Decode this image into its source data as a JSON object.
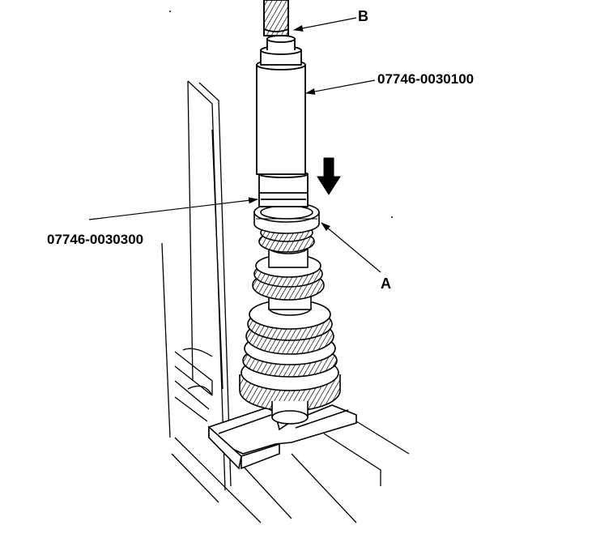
{
  "labels": {
    "b": "B",
    "driver": "07746-0030100",
    "attachment": "07746-0030300",
    "a": "A"
  },
  "colors": {
    "ink": "#000000",
    "paper": "#ffffff"
  },
  "icons": {
    "press_direction": "arrow-down-icon"
  }
}
